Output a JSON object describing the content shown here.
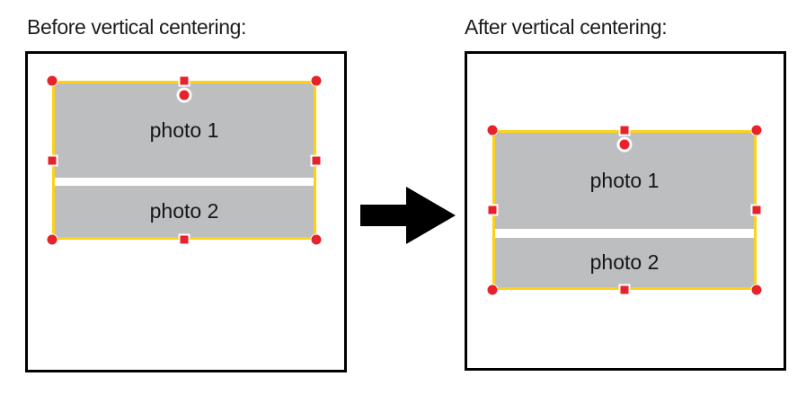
{
  "panels": {
    "before": {
      "title": "Before vertical centering:",
      "photos": [
        {
          "label": "photo 1"
        },
        {
          "label": "photo 2"
        }
      ]
    },
    "after": {
      "title": "After vertical centering:",
      "photos": [
        {
          "label": "photo 1"
        },
        {
          "label": "photo 2"
        }
      ]
    }
  },
  "arrow": {
    "direction": "right",
    "color": "#000000"
  },
  "selection": {
    "frame_color": "#fcd116",
    "handle_color": "#e8222a",
    "handle_outline_color": "#ffffff",
    "corner_handle_shape": "circle",
    "edge_handle_shape": "square",
    "rotate_indicator_shape": "circle"
  },
  "colors": {
    "background": "#ffffff",
    "ink": "#1d1d1b",
    "canvas_border": "#000000",
    "photo_placeholder": "#bcbec0",
    "sel_yellow": "#fcd116",
    "handle_red": "#e8222a",
    "handle_outline": "#ffffff"
  }
}
